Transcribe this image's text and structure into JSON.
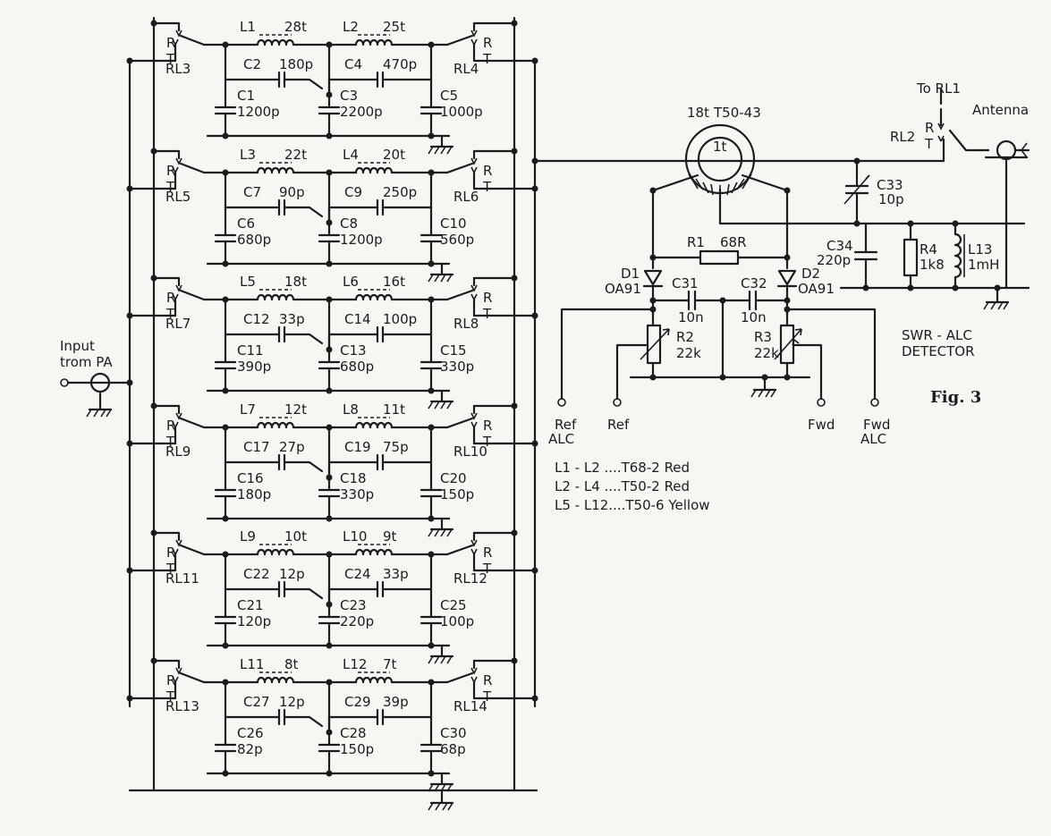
{
  "input": {
    "line1": "Input",
    "line2": "trom PA"
  },
  "relay_letters": {
    "r": "R",
    "t": "T"
  },
  "sections": [
    {
      "relay_left": "RL3",
      "relay_right": "RL4",
      "la": "L1",
      "la_t": "28t",
      "lb": "L2",
      "lb_t": "25t",
      "cs1": "C2",
      "cs1_v": "180p",
      "cs2": "C4",
      "cs2_v": "470p",
      "cp1": "C1",
      "cp1_v": "1200p",
      "cp2": "C3",
      "cp2_v": "2200p",
      "cp3": "C5",
      "cp3_v": "1000p"
    },
    {
      "relay_left": "RL5",
      "relay_right": "RL6",
      "la": "L3",
      "la_t": "22t",
      "lb": "L4",
      "lb_t": "20t",
      "cs1": "C7",
      "cs1_v": "90p",
      "cs2": "C9",
      "cs2_v": "250p",
      "cp1": "C6",
      "cp1_v": "680p",
      "cp2": "C8",
      "cp2_v": "1200p",
      "cp3": "C10",
      "cp3_v": "560p"
    },
    {
      "relay_left": "RL7",
      "relay_right": "RL8",
      "la": "L5",
      "la_t": "18t",
      "lb": "L6",
      "lb_t": "16t",
      "cs1": "C12",
      "cs1_v": "33p",
      "cs2": "C14",
      "cs2_v": "100p",
      "cp1": "C11",
      "cp1_v": "390p",
      "cp2": "C13",
      "cp2_v": "680p",
      "cp3": "C15",
      "cp3_v": "330p"
    },
    {
      "relay_left": "RL9",
      "relay_right": "RL10",
      "la": "L7",
      "la_t": "12t",
      "lb": "L8",
      "lb_t": "11t",
      "cs1": "C17",
      "cs1_v": "27p",
      "cs2": "C19",
      "cs2_v": "75p",
      "cp1": "C16",
      "cp1_v": "180p",
      "cp2": "C18",
      "cp2_v": "330p",
      "cp3": "C20",
      "cp3_v": "150p"
    },
    {
      "relay_left": "RL11",
      "relay_right": "RL12",
      "la": "L9",
      "la_t": "10t",
      "lb": "L10",
      "lb_t": "9t",
      "cs1": "C22",
      "cs1_v": "12p",
      "cs2": "C24",
      "cs2_v": "33p",
      "cp1": "C21",
      "cp1_v": "120p",
      "cp2": "C23",
      "cp2_v": "220p",
      "cp3": "C25",
      "cp3_v": "100p"
    },
    {
      "relay_left": "RL13",
      "relay_right": "RL14",
      "la": "L11",
      "la_t": "8t",
      "lb": "L12",
      "lb_t": "7t",
      "cs1": "C27",
      "cs1_v": "12p",
      "cs2": "C29",
      "cs2_v": "39p",
      "cp1": "C26",
      "cp1_v": "82p",
      "cp2": "C28",
      "cp2_v": "150p",
      "cp3": "C30",
      "cp3_v": "68p"
    }
  ],
  "detector": {
    "toroid_turns": "18t",
    "toroid_core": "T50-43",
    "secondary": "1t",
    "r1": "R1",
    "r1_v": "68R",
    "d1": "D1",
    "d1_v": "OA91",
    "d2": "D2",
    "d2_v": "OA91",
    "c31": "C31",
    "c31_v": "10n",
    "c32": "C32",
    "c32_v": "10n",
    "r2": "R2",
    "r2_v": "22k",
    "r3": "R3",
    "r3_v": "22k",
    "c33": "C33",
    "c33_v": "10p",
    "c34": "C34",
    "c34_v": "220p",
    "r4": "R4",
    "r4_v": "1k8",
    "l13": "L13",
    "l13_v": "1mH",
    "rl2": "RL2",
    "to_rl1": "To RL1",
    "antenna": "Antenna",
    "title_line1": "SWR - ALC",
    "title_line2": "DETECTOR",
    "out_ref_alc_1": "Ref",
    "out_ref_alc_2": "ALC",
    "out_ref": "Ref",
    "out_fwd": "Fwd",
    "out_fwd_alc_1": "Fwd",
    "out_fwd_alc_2": "ALC"
  },
  "core_legend": [
    "L1 - L2 ....T68-2  Red",
    "L2 - L4 ....T50-2  Red",
    "L5 - L12....T50-6  Yellow"
  ],
  "figure_label": "Fig. 3"
}
